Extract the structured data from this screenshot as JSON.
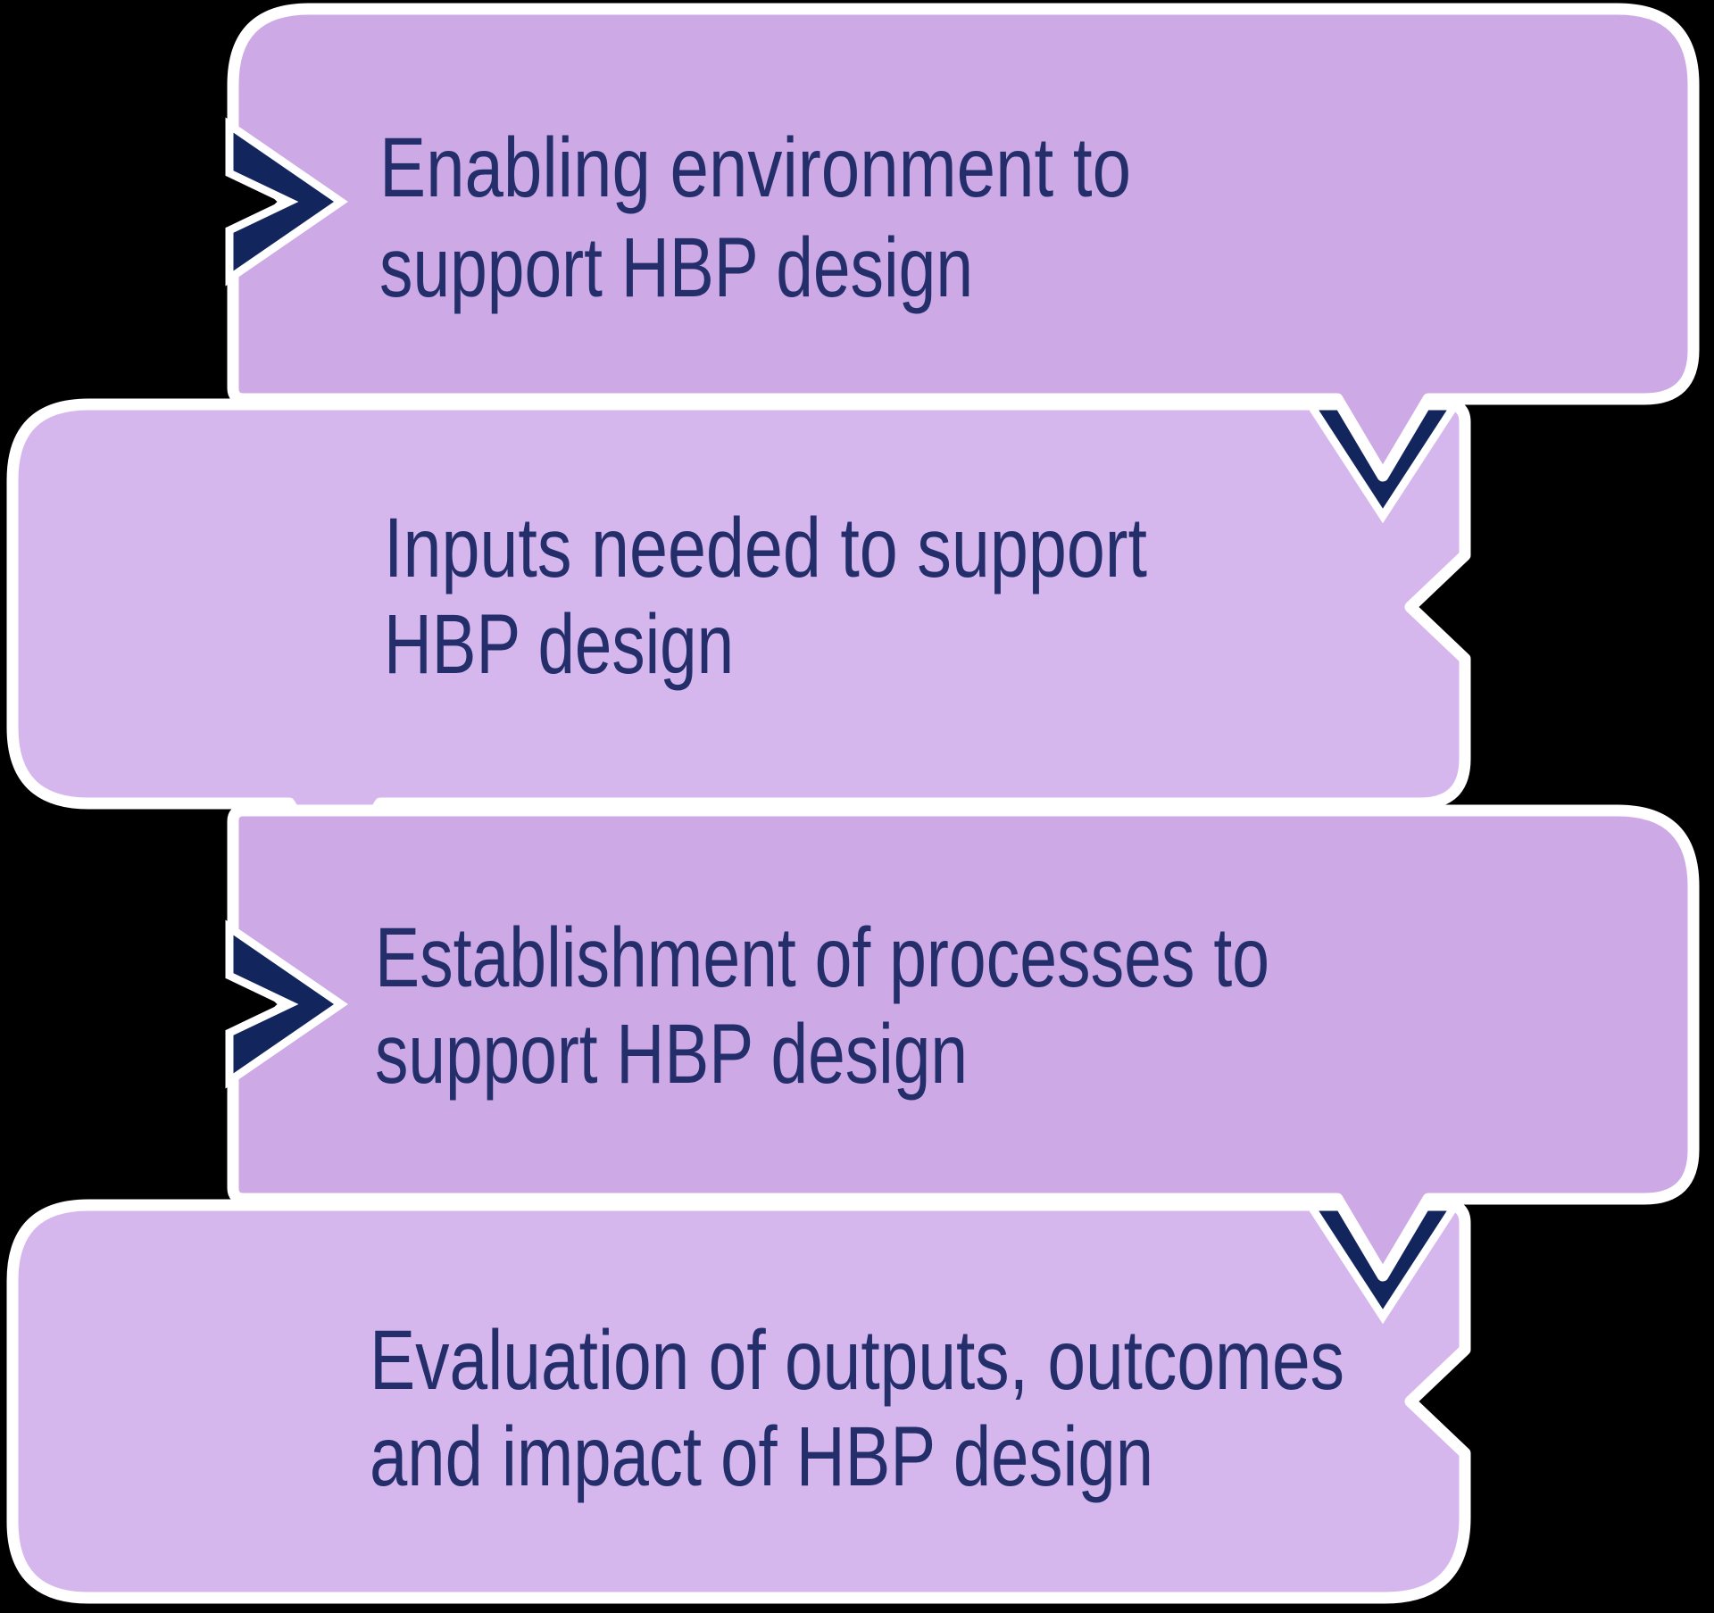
{
  "diagram": {
    "type": "process-flow",
    "steps": [
      {
        "id": 1,
        "shade": "a",
        "lines": [
          "Enabling environment to",
          "support HBP design"
        ]
      },
      {
        "id": 2,
        "shade": "b",
        "lines": [
          "Inputs needed to support",
          "HBP design"
        ]
      },
      {
        "id": 3,
        "shade": "a",
        "lines": [
          "Establishment of processes to",
          "support HBP design"
        ]
      },
      {
        "id": 4,
        "shade": "b",
        "lines": [
          "Evaluation of outputs, outcomes",
          "and impact of HBP design"
        ]
      }
    ]
  },
  "icons": {
    "forward_step": "right-chevron",
    "next_stage": "down-chevron"
  },
  "colors": {
    "box_fill_a": "#cda9e5",
    "box_fill_b": "#d6b7ed",
    "chevron_navy": "#12255c",
    "text_navy": "#232e6a",
    "outline_white": "#ffffff",
    "background": "#000000"
  }
}
